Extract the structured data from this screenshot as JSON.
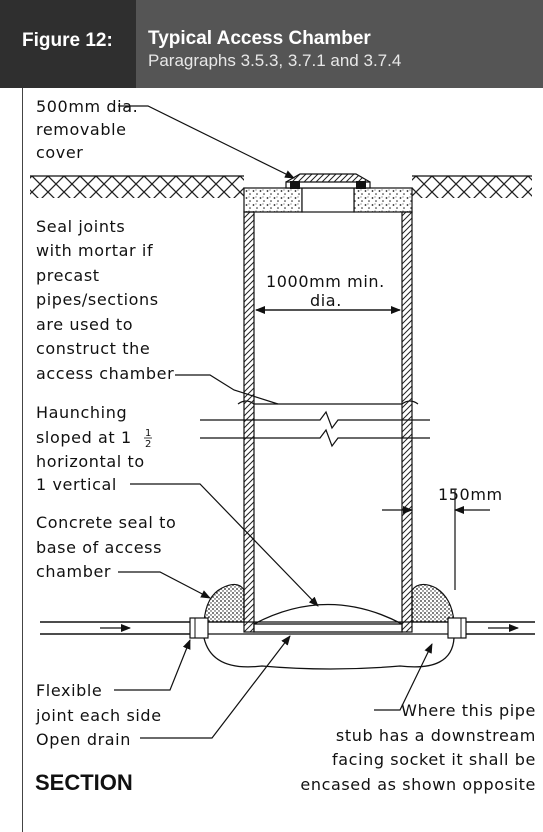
{
  "header": {
    "figure_number": "Figure 12:",
    "title": "Typical Access Chamber",
    "subtitle": "Paragraphs 3.5.3, 3.7.1 and 3.7.4"
  },
  "labels": {
    "cover_1": "500mm dia.",
    "cover_2": "removable",
    "cover_3": "cover",
    "seal_1": "Seal joints",
    "seal_2": "with mortar if",
    "seal_3": "precast",
    "seal_4": "pipes/sections",
    "seal_5": "are used to",
    "seal_6": "construct the",
    "seal_7": "access chamber",
    "diameter_1": "1000mm min.",
    "diameter_2": "dia.",
    "haunch_1": "Haunching",
    "haunch_2": "sloped at 1",
    "haunch_frac_num": "1",
    "haunch_frac_den": "2",
    "haunch_3": "horizontal to",
    "haunch_4": "1 vertical",
    "wall": "150mm",
    "concrete_1": "Concrete seal to",
    "concrete_2": "base of access",
    "concrete_3": "chamber",
    "flex_1": "Flexible",
    "flex_2": "joint each side",
    "open_drain": "Open drain",
    "stub_1": "Where this pipe",
    "stub_2": "stub has a downstream",
    "stub_3": "facing socket it shall be",
    "stub_4": "encased as shown opposite"
  },
  "section_label": "SECTION"
}
